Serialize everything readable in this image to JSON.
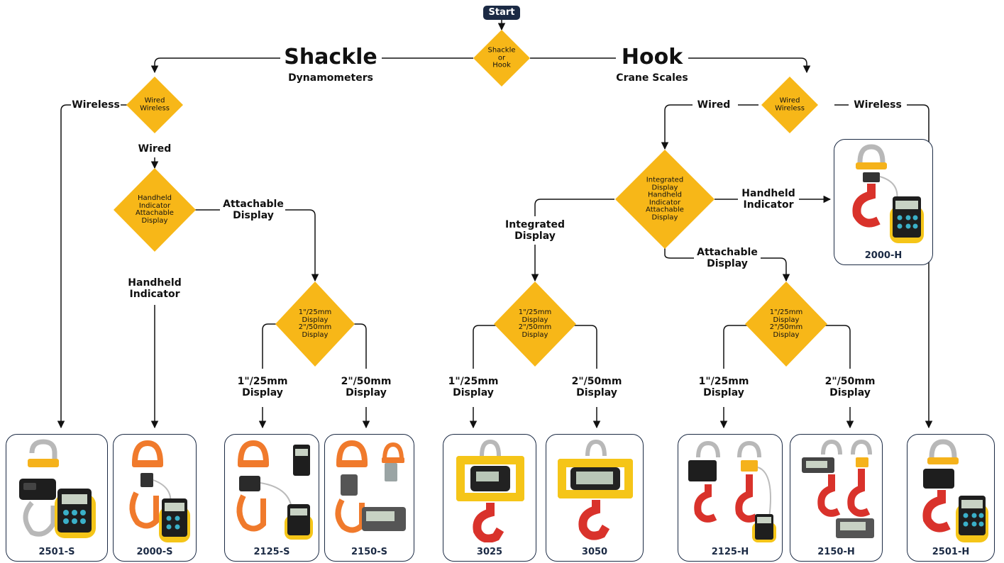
{
  "colors": {
    "decision": "#f7b718",
    "line": "#111111",
    "card_border": "#1b2a44",
    "start_bg": "#1b2a44",
    "hook_red": "#d9322b",
    "shackle_orange": "#f07a2c",
    "frame_yellow": "#f5c518"
  },
  "start": "Start",
  "root_decision": "Shackle\nor\nHook",
  "shackle": {
    "title": "Shackle",
    "subtitle": "Dynamometers"
  },
  "hook": {
    "title": "Hook",
    "subtitle": "Crane Scales"
  },
  "decisions": {
    "shackle_conn": "Wired\nWireless",
    "shackle_disp": "Handheld\nIndicator\nAttachable\nDisplay",
    "shackle_size": "1\"/25mm\nDisplay\n2\"/50mm\nDisplay",
    "hook_conn": "Wired\nWireless",
    "hook_disp": "Integrated\nDisplay\nHandheld\nIndicator\nAttachable\nDisplay",
    "hook_int_size": "1\"/25mm\nDisplay\n2\"/50mm\nDisplay",
    "hook_att_size": "1\"/25mm\nDisplay\n2\"/50mm\nDisplay"
  },
  "branch_labels": {
    "s_wireless": "Wireless",
    "s_wired": "Wired",
    "s_attachable": "Attachable\nDisplay",
    "s_handheld": "Handheld\nIndicator",
    "s_1in": "1\"/25mm\nDisplay",
    "s_2in": "2\"/50mm\nDisplay",
    "h_wired": "Wired",
    "h_wireless": "Wireless",
    "h_handheld": "Handheld\nIndicator",
    "h_integrated": "Integrated\nDisplay",
    "h_attachable": "Attachable\nDisplay",
    "hi_1in": "1\"/25mm\nDisplay",
    "hi_2in": "2\"/50mm\nDisplay",
    "ha_1in": "1\"/25mm\nDisplay",
    "ha_2in": "2\"/50mm\nDisplay"
  },
  "products": {
    "p2501s": "2501-S",
    "p2000s": "2000-S",
    "p2125s": "2125-S",
    "p2150s": "2150-S",
    "p3025": "3025",
    "p3050": "3050",
    "p2125h": "2125-H",
    "p2150h": "2150-H",
    "p2501h": "2501-H",
    "p2000h": "2000-H"
  }
}
